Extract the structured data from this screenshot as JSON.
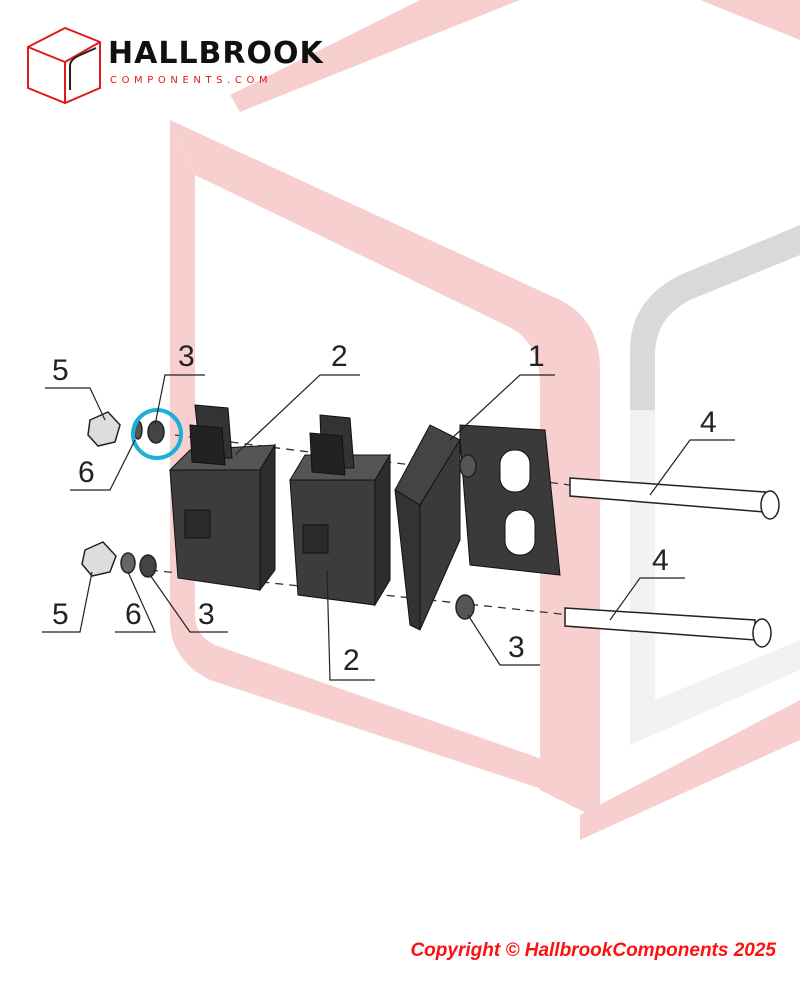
{
  "logo": {
    "title": "HALLBROOK",
    "subtitle": "COMPONENTS.COM"
  },
  "callouts": {
    "a": "5",
    "b": "3",
    "c": "2",
    "d": "1",
    "e": "4",
    "f": "6",
    "g": "5",
    "h": "6",
    "i": "3",
    "j": "2",
    "k": "3",
    "l": "4"
  },
  "colors": {
    "watermark": "#f7cccc",
    "highlight": "#1ab0d8",
    "brand_red": "#e01b1b",
    "copyright": "#ff1010"
  },
  "footer": {
    "copyright": "Copyright © HallbrookComponents 2025"
  }
}
